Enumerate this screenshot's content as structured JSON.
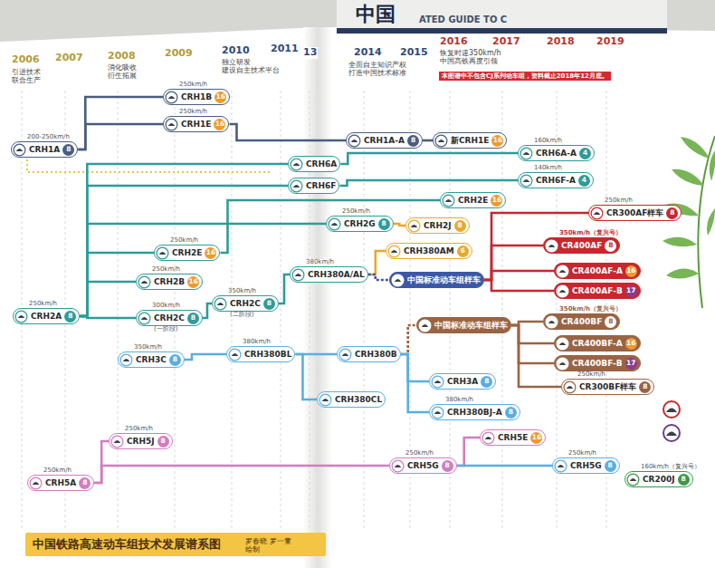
{
  "diagram": {
    "title": "中国铁路高速动车组技术发展谱系图",
    "nodes": [
      {
        "text": [
          "200-250km/h",
          "CRH1A",
          "8"
        ]
      },
      {
        "text": [
          "250km/h",
          "CRH1B",
          "16"
        ]
      },
      {
        "text": [
          "250km/h",
          "CRH1E",
          "16"
        ]
      },
      {
        "text": [
          "CRH1A-A",
          "8"
        ]
      },
      {
        "text": [
          "新CRH1E",
          "16"
        ]
      },
      {
        "text": [
          "CRH6A"
        ]
      },
      {
        "text": [
          "CRH6F"
        ]
      },
      {
        "text": [
          "160km/h",
          "CRH6A-A",
          "4"
        ]
      },
      {
        "text": [
          "140km/h",
          "CRH6F-A",
          "4"
        ]
      },
      {
        "text": [
          "250km/h",
          "CRH2E",
          "16"
        ]
      },
      {
        "text": [
          "250km/h",
          "CRH2B",
          "16"
        ]
      },
      {
        "text": [
          "250km/h",
          "CRH2A",
          "8"
        ]
      },
      {
        "text": [
          "300km/h",
          "CRH2C",
          "8",
          "(一阶段)"
        ]
      },
      {
        "text": [
          "350km/h",
          "CRH2C",
          "8",
          "(二阶段)"
        ]
      },
      {
        "text": [
          "380km/h",
          "CRH380A/AL"
        ]
      },
      {
        "text": [
          "CRH380AM",
          "6"
        ]
      },
      {
        "text": [
          "250km/h",
          "CRH2G",
          "8"
        ]
      },
      {
        "text": [
          "CRH2E",
          "16"
        ]
      },
      {
        "text": [
          "CRH2J",
          "8"
        ]
      },
      {
        "text": [
          "中国标准动车组样车"
        ]
      },
      {
        "text": [
          "350km/h（复兴号）",
          "CR400AF",
          "8"
        ]
      },
      {
        "text": [
          "CR400AF-A",
          "16"
        ]
      },
      {
        "text": [
          "CR400AF-B",
          "17"
        ]
      },
      {
        "text": [
          "250km/h",
          "CR300AF样车",
          "8"
        ]
      },
      {
        "text": [
          "350km/h",
          "CRH3C",
          "8"
        ]
      },
      {
        "text": [
          "380km/h",
          "CRH380BL"
        ]
      },
      {
        "text": [
          "CRH380B"
        ]
      },
      {
        "text": [
          "CRH380CL"
        ]
      },
      {
        "text": [
          "中国标准动车组样车"
        ]
      },
      {
        "text": [
          "350km/h（复兴号）",
          "CR400BF",
          "8"
        ]
      },
      {
        "text": [
          "CR400BF-A",
          "16"
        ]
      },
      {
        "text": [
          "CR400BF-B",
          "17"
        ]
      },
      {
        "text": [
          "250km/h",
          "CR300BF样车",
          "8"
        ]
      },
      {
        "text": [
          "CRH3A",
          "8"
        ]
      },
      {
        "text": [
          "380km/h",
          "CRH380BJ-A",
          "8"
        ]
      },
      {
        "text": [
          "250km/h",
          "CRH5A",
          "8"
        ]
      },
      {
        "text": [
          "250km/h",
          "CRH5J",
          "8"
        ]
      },
      {
        "text": [
          "250km/h",
          "CRH5G",
          "8"
        ]
      },
      {
        "text": [
          "CRH5E",
          "16"
        ]
      },
      {
        "text": [
          "250km/h",
          "CRH5G",
          "8"
        ]
      },
      {
        "text": [
          "160km/h（复兴号）",
          "CR200J",
          "8"
        ]
      }
    ],
    "edges": [
      {
        "from": 0,
        "to": 1,
        "arrow": "none"
      },
      {
        "from": 0,
        "to": 2,
        "arrow": "none"
      },
      {
        "from": 2,
        "to": 3,
        "arrow": "none"
      },
      {
        "from": 3,
        "to": 4,
        "arrow": "none"
      },
      {
        "from": 11,
        "to": 5,
        "arrow": "none"
      },
      {
        "from": 11,
        "to": 6,
        "arrow": "none"
      },
      {
        "from": 5,
        "to": 7,
        "arrow": "none"
      },
      {
        "from": 6,
        "to": 8,
        "arrow": "none"
      },
      {
        "from": 11,
        "to": 9,
        "arrow": "none"
      },
      {
        "from": 11,
        "to": 10,
        "arrow": "none"
      },
      {
        "from": 11,
        "to": 12,
        "arrow": "none"
      },
      {
        "from": 12,
        "to": 13,
        "arrow": "none"
      },
      {
        "from": 13,
        "to": 14,
        "arrow": "none"
      },
      {
        "from": 14,
        "to": 15,
        "arrow": "none"
      },
      {
        "from": 11,
        "to": 16,
        "arrow": "none"
      },
      {
        "from": 16,
        "to": 18,
        "arrow": "none"
      },
      {
        "from": 9,
        "to": 17,
        "arrow": "none"
      },
      {
        "from": 14,
        "to": 19,
        "arrow": "none"
      },
      {
        "from": 19,
        "to": 20,
        "arrow": "none"
      },
      {
        "from": 19,
        "to": 21,
        "arrow": "none"
      },
      {
        "from": 19,
        "to": 22,
        "arrow": "none"
      },
      {
        "from": 19,
        "to": 23,
        "arrow": "none"
      },
      {
        "from": 24,
        "to": 25,
        "arrow": "none"
      },
      {
        "from": 25,
        "to": 26,
        "arrow": "none"
      },
      {
        "from": 25,
        "to": 27,
        "arrow": "none"
      },
      {
        "from": 26,
        "to": 28,
        "arrow": "none"
      },
      {
        "from": 28,
        "to": 29,
        "arrow": "none"
      },
      {
        "from": 28,
        "to": 30,
        "arrow": "none"
      },
      {
        "from": 28,
        "to": 31,
        "arrow": "none"
      },
      {
        "from": 28,
        "to": 32,
        "arrow": "none"
      },
      {
        "from": 26,
        "to": 33,
        "arrow": "none"
      },
      {
        "from": 26,
        "to": 34,
        "arrow": "none"
      },
      {
        "from": 35,
        "to": 36,
        "arrow": "none"
      },
      {
        "from": 35,
        "to": 37,
        "arrow": "none"
      },
      {
        "from": 37,
        "to": 38,
        "arrow": "none"
      },
      {
        "from": 37,
        "to": 39,
        "arrow": "none"
      }
    ],
    "labels": [
      "2006",
      "2007",
      "2008",
      "2009",
      "2010",
      "2011",
      "13",
      "2014",
      "2015",
      "2016",
      "2017",
      "2018",
      "2019",
      "引进技术 联合生产",
      "消化吸收 衍生拓展",
      "独立研发 建设自主技术平台",
      "全面自主知识产权 打造中国技术标准",
      "恢复时速350km/h 中国高铁再度引领",
      "本图谱中不包含CJ系列动车组，资料截止2018年12月底。",
      "罗春晓 罗一童 绘制",
      "中国",
      "ATED GUIDE TO C"
    ]
  }
}
